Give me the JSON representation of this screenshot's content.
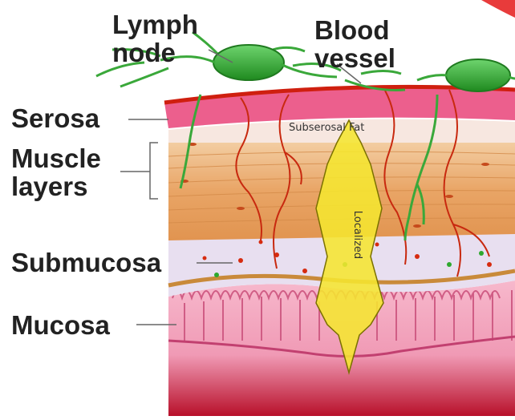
{
  "labels": {
    "lymph_node": [
      "Lymph",
      "node"
    ],
    "blood_vessel": [
      "Blood",
      "vessel"
    ],
    "serosa": "Serosa",
    "muscle_layers": [
      "Muscle",
      "layers"
    ],
    "submucosa": "Submucosa",
    "mucosa": "Mucosa",
    "subserosal_fat": "Subserosal Fat",
    "tumor_extent": "Localized"
  },
  "colors": {
    "serosa": "#e8457a",
    "vessel": "#d62b10",
    "muscle": "#e8a060",
    "submucosa": "#e6dcea",
    "mucosa": "#f2a5c0",
    "lymph_node": "#2ea82e",
    "lymph_vessel": "#3aa83a",
    "tumor_fill": "#f5e630",
    "tumor_stroke": "#7a7000"
  }
}
